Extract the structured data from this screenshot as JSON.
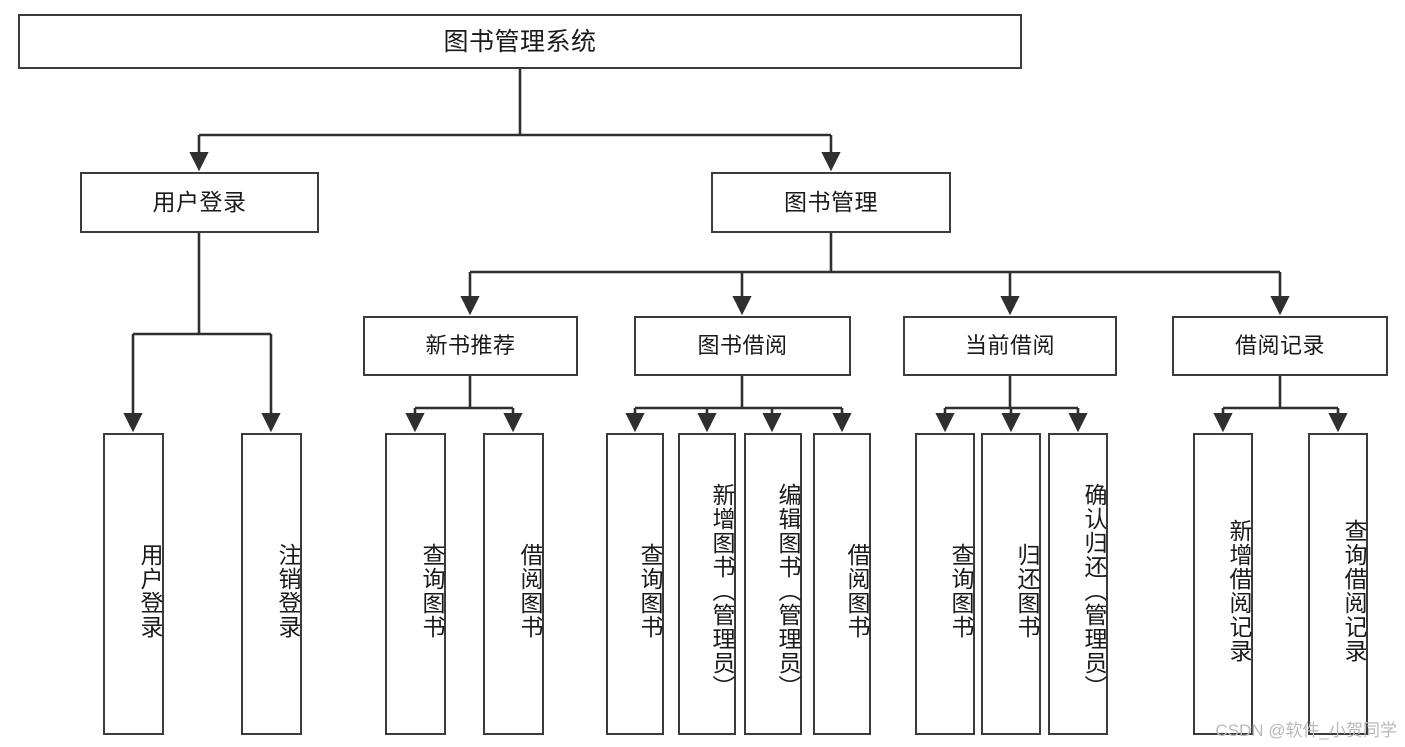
{
  "diagram": {
    "title": "图书管理系统",
    "type": "tree",
    "root": {
      "id": "root",
      "label": "图书管理系统"
    },
    "level1": [
      {
        "id": "user-login",
        "label": "用户登录"
      },
      {
        "id": "book-manage",
        "label": "图书管理"
      }
    ],
    "level2": [
      {
        "id": "new-book-rec",
        "label": "新书推荐"
      },
      {
        "id": "book-borrow",
        "label": "图书借阅"
      },
      {
        "id": "current-borrow",
        "label": "当前借阅"
      },
      {
        "id": "borrow-record",
        "label": "借阅记录"
      }
    ],
    "leaves": {
      "user_login": [
        {
          "id": "leaf-user-login",
          "label": "用户登录"
        },
        {
          "id": "leaf-logout",
          "label": "注销登录"
        }
      ],
      "new_book_rec": [
        {
          "id": "leaf-query-book-1",
          "label": "查询图书"
        },
        {
          "id": "leaf-borrow-book-1",
          "label": "借阅图书"
        }
      ],
      "book_borrow": [
        {
          "id": "leaf-query-book-2",
          "label": "查询图书"
        },
        {
          "id": "leaf-add-book",
          "label": "新增图书（管理员）"
        },
        {
          "id": "leaf-edit-book",
          "label": "编辑图书（管理员）"
        },
        {
          "id": "leaf-borrow-book-2",
          "label": "借阅图书"
        }
      ],
      "current_borrow": [
        {
          "id": "leaf-query-book-3",
          "label": "查询图书"
        },
        {
          "id": "leaf-return-book",
          "label": "归还图书"
        },
        {
          "id": "leaf-confirm-return",
          "label": "确认归还（管理员）"
        }
      ],
      "borrow_record": [
        {
          "id": "leaf-add-record",
          "label": "新增借阅记录"
        },
        {
          "id": "leaf-query-record",
          "label": "查询借阅记录"
        }
      ]
    }
  },
  "watermark": {
    "text": "CSDN @软件_小贺同学"
  },
  "colors": {
    "border": "#3b3b3b",
    "fill": "#ffffff",
    "text": "#1a1a1a",
    "edge": "#2f2f2f",
    "watermark": "#b9b9b9"
  }
}
